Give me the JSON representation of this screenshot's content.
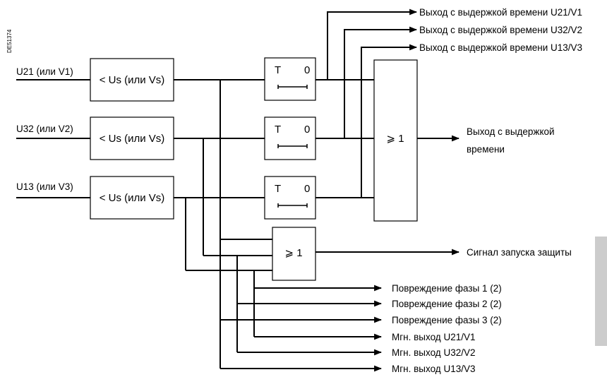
{
  "doc_code": "DE51374",
  "inputs": [
    "U21 (или V1)",
    "U32 (или V2)",
    "U13 (или V3)"
  ],
  "comparator_label": "< Us (или Vs)",
  "timer": {
    "t_label": "T",
    "zero_label": "0"
  },
  "or_label": "⩾ 1",
  "outputs": {
    "delayed": [
      "Выход с выдержкой времени U21/V1",
      "Выход с выдержкой времени U32/V2",
      "Выход с выдержкой времени U13/V3"
    ],
    "delayed_combined_line1": "Выход с выдержкой",
    "delayed_combined_line2": "времени",
    "pickup": "Сигнал запуска защиты",
    "phase_faults": [
      "Повреждение фазы 1 (2)",
      "Повреждение фазы 2 (2)",
      "Повреждение фазы 3 (2)"
    ],
    "instant": [
      "Мгн. выход U21/V1",
      "Мгн. выход U32/V2",
      "Мгн. выход U13/V3"
    ]
  },
  "side_tab_color": "#cccccc"
}
